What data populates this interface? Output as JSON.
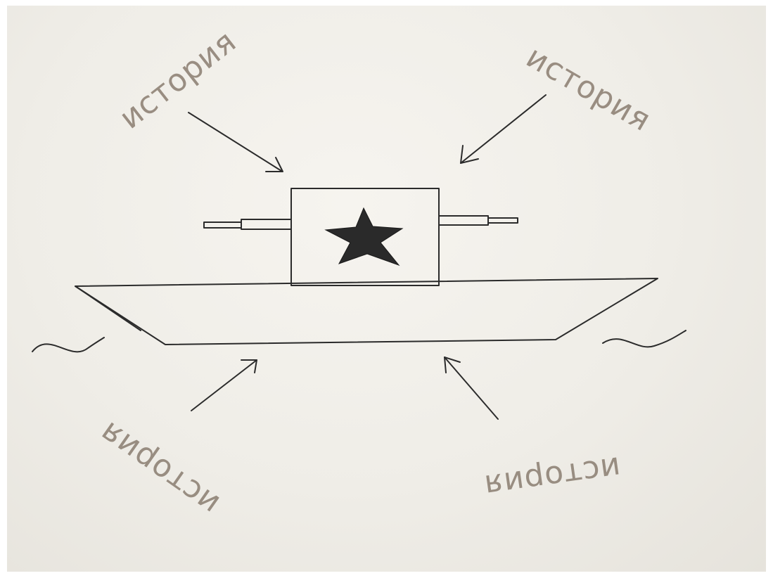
{
  "scene": {
    "description_words": {
      "top_left": "история",
      "top_right": "история",
      "bottom_left": "история",
      "bottom_right": "история"
    },
    "colors": {
      "paper": "#efede7",
      "pencil": "#2b2b2b",
      "word_ink": "#8a7d70",
      "star": "#2a2a2a"
    },
    "icons": [
      "ship-drawing",
      "star-icon",
      "arrow-icon",
      "wave-icon"
    ]
  }
}
